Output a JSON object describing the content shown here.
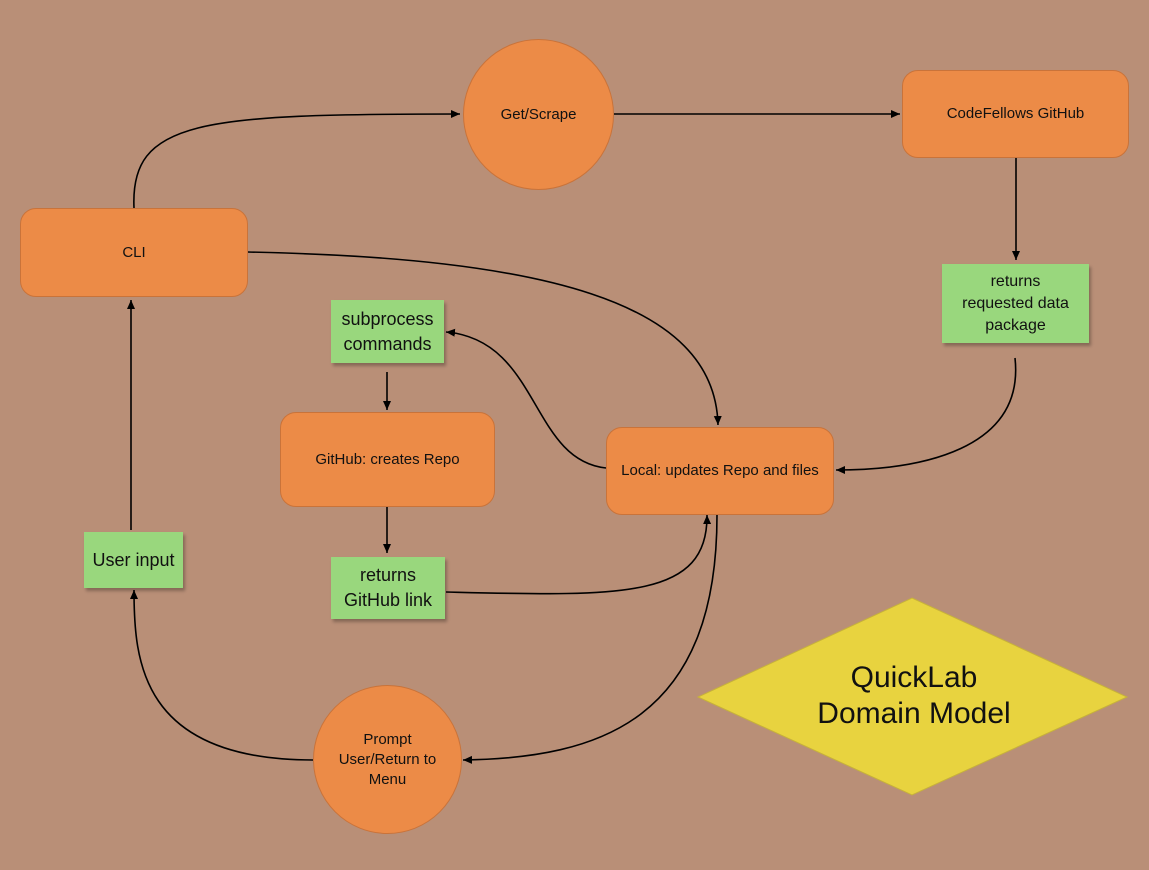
{
  "title": "QuickLab\nDomain Model",
  "nodes": {
    "cli": "CLI",
    "get_scrape": "Get/Scrape",
    "codefellows": "CodeFellows GitHub",
    "returns_data": "returns\nrequested data\npackage",
    "subprocess": "subprocess\ncommands",
    "github_repo": "GitHub: creates Repo",
    "local_repo": "Local: updates Repo and files",
    "returns_link": "returns\nGitHub link",
    "user_input": "User input",
    "prompt": "Prompt\nUser/Return to\nMenu"
  },
  "colors": {
    "background": "#b98f77",
    "process": "#ec8b47",
    "note": "#99d77d",
    "title_diamond": "#e8d33f",
    "edge": "#000000"
  }
}
